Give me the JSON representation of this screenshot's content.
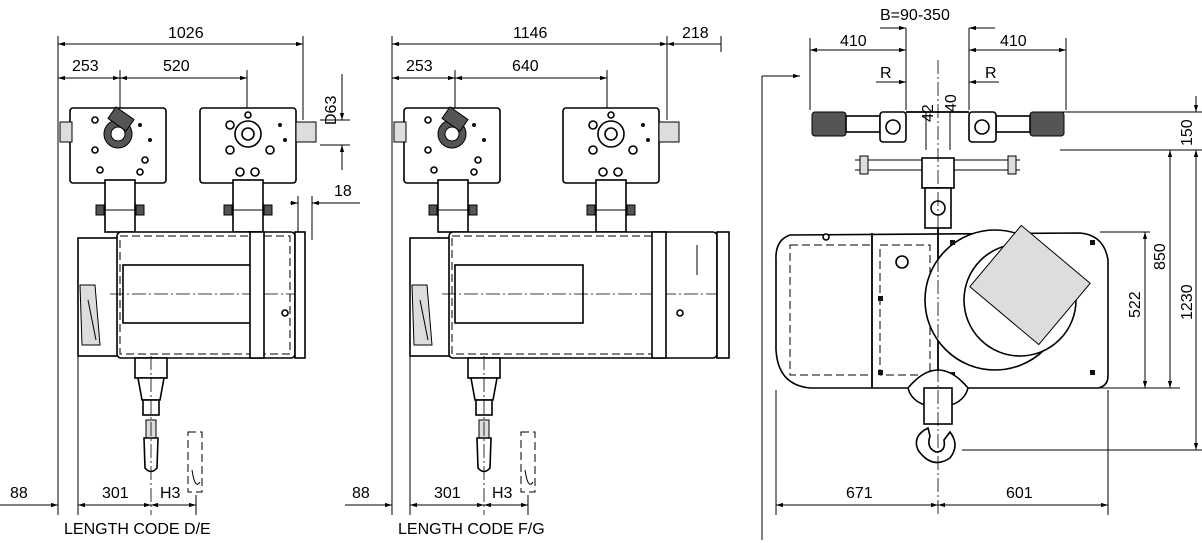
{
  "views": [
    {
      "caption": "LENGTH CODE D/E",
      "dims": {
        "overall": "1026",
        "left_offset": "253",
        "trolley_spacing": "520",
        "wheel_dia": "D63",
        "rail": "18",
        "bottom_left": "88",
        "hook_offset": "301",
        "hook_height": "H3"
      }
    },
    {
      "caption": "LENGTH CODE F/G",
      "dims": {
        "overall": "1146",
        "right_ext": "218",
        "left_offset": "253",
        "trolley_spacing": "640",
        "bottom_left": "88",
        "hook_offset": "301",
        "hook_height": "H3"
      }
    }
  ],
  "side_view": {
    "dims": {
      "beam_width": "B=90-350",
      "left_span": "410",
      "right_span": "410",
      "r_left": "R",
      "r_right": "R",
      "v42": "42",
      "v40": "40",
      "h150": "150",
      "h850": "850",
      "h522": "522",
      "h1230": "1230",
      "left_width": "671",
      "right_width": "601"
    }
  }
}
